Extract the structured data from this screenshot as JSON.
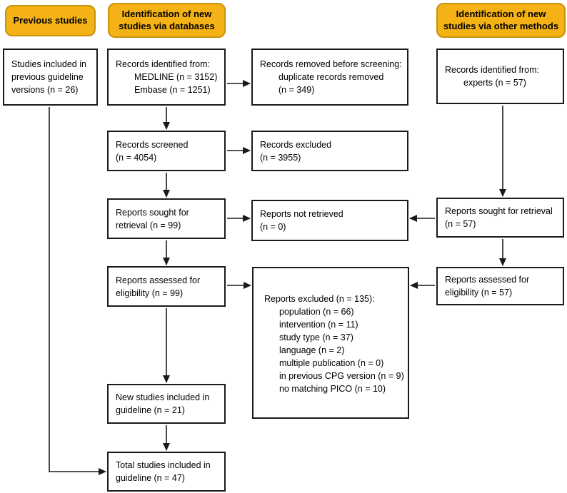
{
  "figure_type": "PRISMA flow diagram",
  "colors": {
    "header_fill": "#F5B216",
    "header_border": "#C8930E",
    "box_border": "#1a1a1a",
    "arrow": "#1a1a1a",
    "background": "#ffffff",
    "text": "#000000"
  },
  "headers": {
    "previous": {
      "label": "Previous studies"
    },
    "databases": {
      "label": "Identification of new studies via databases"
    },
    "other": {
      "label": "Identification of new studies via other methods"
    }
  },
  "boxes": {
    "previous_versions": {
      "lines": [
        "Studies included in",
        "previous guideline",
        "versions (n = 26)"
      ]
    },
    "records_identified_db": {
      "lines": [
        "Records identified from:",
        "MEDLINE (n = 3152)",
        "Embase (n = 1251)"
      ]
    },
    "records_removed": {
      "lines": [
        "Records removed before screening:",
        "duplicate records removed",
        "(n = 349)"
      ]
    },
    "records_identified_other": {
      "lines": [
        "Records identified from:",
        "experts (n = 57)"
      ]
    },
    "records_screened": {
      "lines": [
        "Records screened",
        "(n = 4054)"
      ]
    },
    "records_excluded": {
      "lines": [
        "Records excluded",
        "(n = 3955)"
      ]
    },
    "reports_sought_db": {
      "lines": [
        "Reports sought for",
        "retrieval (n = 99)"
      ]
    },
    "reports_not_retrieved": {
      "lines": [
        "Reports not retrieved",
        "(n = 0)"
      ]
    },
    "reports_sought_other": {
      "lines": [
        "Reports sought for retrieval",
        "(n = 57)"
      ]
    },
    "reports_assessed_db": {
      "lines": [
        "Reports assessed for",
        "eligibility (n = 99)"
      ]
    },
    "reports_excluded": {
      "title": "Reports excluded (n = 135):",
      "reasons": [
        "population (n = 66)",
        "intervention (n = 11)",
        "study type (n = 37)",
        "language (n = 2)",
        "multiple publication (n = 0)",
        "in previous CPG version (n = 9)",
        "no matching PICO (n = 10)"
      ]
    },
    "reports_assessed_other": {
      "lines": [
        "Reports assessed for",
        "eligibility (n = 57)"
      ]
    },
    "new_studies": {
      "lines": [
        "New studies included in",
        "guideline (n = 21)"
      ]
    },
    "total_studies": {
      "lines": [
        "Total studies included in",
        "guideline (n = 47)"
      ]
    }
  }
}
